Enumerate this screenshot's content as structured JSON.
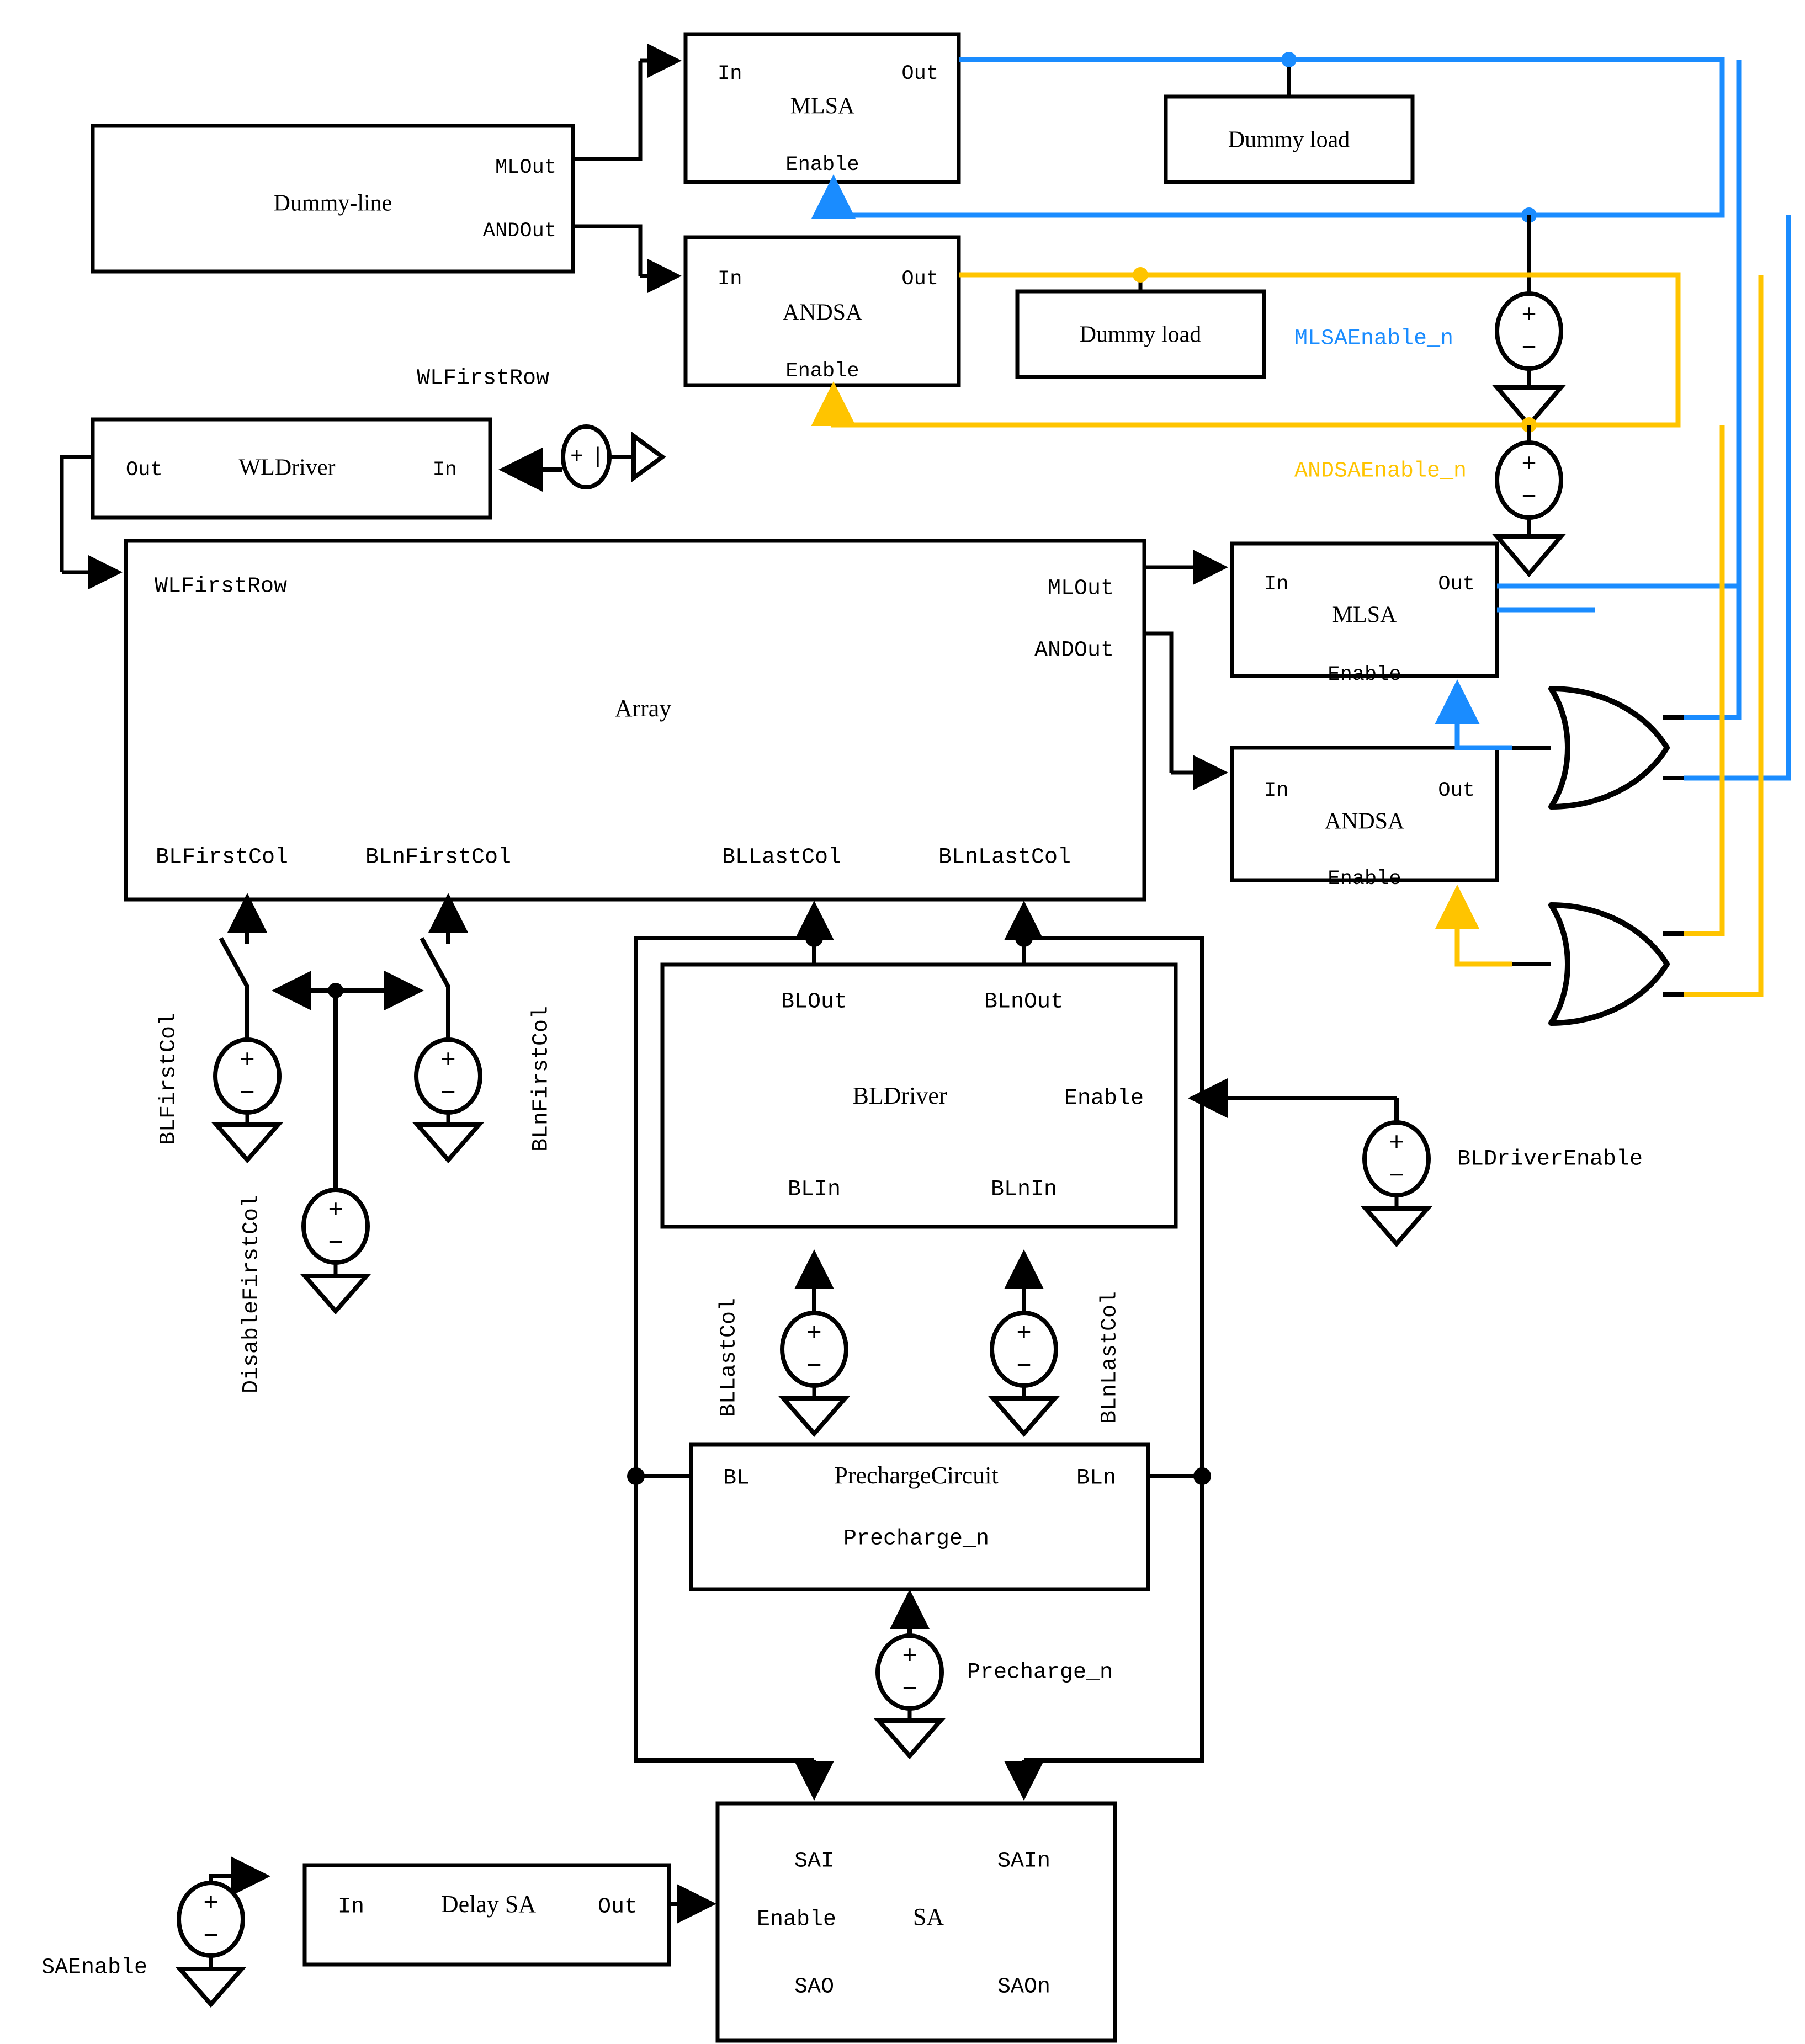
{
  "diagram": {
    "title": "CAM / SRAM array testbench block diagram",
    "colors": {
      "wire": "#000000",
      "mlsa_enable": "#1a8cff",
      "andsa_enable": "#ffc400",
      "block_fill": "#ffffff"
    },
    "blocks": {
      "dummy_line": {
        "name": "Dummy-line",
        "ports": {
          "mlout": "MLOut",
          "andout": "ANDOut"
        }
      },
      "mlsa_top": {
        "name": "MLSA",
        "ports": {
          "in": "In",
          "out": "Out",
          "enable": "Enable"
        }
      },
      "andsa_top": {
        "name": "ANDSA",
        "ports": {
          "in": "In",
          "out": "Out",
          "enable": "Enable"
        }
      },
      "dummy_load_top": {
        "name": "Dummy load"
      },
      "dummy_load_mid": {
        "name": "Dummy load"
      },
      "wldriver": {
        "name": "WLDriver",
        "ports": {
          "out": "Out",
          "in": "In"
        }
      },
      "array": {
        "name": "Array",
        "ports": {
          "wlfirstrow": "WLFirstRow",
          "mlout": "MLOut",
          "andout": "ANDOut",
          "blfirstcol": "BLFirstCol",
          "blnfirstcol": "BLnFirstCol",
          "bllastcol": "BLLastCol",
          "blnlastcol": "BLnLastCol"
        }
      },
      "mlsa_mid": {
        "name": "MLSA",
        "ports": {
          "in": "In",
          "out": "Out",
          "enable": "Enable"
        }
      },
      "andsa_mid": {
        "name": "ANDSA",
        "ports": {
          "in": "In",
          "out": "Out",
          "enable": "Enable"
        }
      },
      "bldriver": {
        "name": "BLDriver",
        "ports": {
          "blout": "BLOut",
          "blnout": "BLnOut",
          "blin": "BLIn",
          "blnin": "BLnIn",
          "enable": "Enable"
        }
      },
      "precharge": {
        "name": "PrechargeCircuit",
        "ports": {
          "bl": "BL",
          "bln": "BLn",
          "precharge_n": "Precharge_n"
        }
      },
      "delay_sa": {
        "name": "Delay SA",
        "ports": {
          "in": "In",
          "out": "Out"
        }
      },
      "sa": {
        "name": "SA",
        "ports": {
          "sai": "SAI",
          "sain": "SAIn",
          "sao": "SAO",
          "saon": "SAOn",
          "enable": "Enable"
        }
      }
    },
    "net_labels": {
      "wlfirstrow": "WLFirstRow",
      "mlsa_enable_n": "MLSAEnable_n",
      "andsa_enable_n": "ANDSAEnable_n",
      "blfirstcol": "BLFirstCol",
      "blnfirstcol": "BLnFirstCol",
      "disablefirstcol": "DisableFirstCol",
      "bllastcol": "BLLastCol",
      "blnlastcol": "BLnLastCol",
      "bldriverenable": "BLDriverEnable",
      "precharge_n": "Precharge_n",
      "saenable": "SAEnable"
    },
    "source_symbol": {
      "plus": "+",
      "minus": "−",
      "pulse": "|"
    },
    "gates": [
      {
        "type": "or-gate",
        "name": "or-gate-mlsa"
      },
      {
        "type": "or-gate",
        "name": "or-gate-andsa"
      }
    ]
  }
}
